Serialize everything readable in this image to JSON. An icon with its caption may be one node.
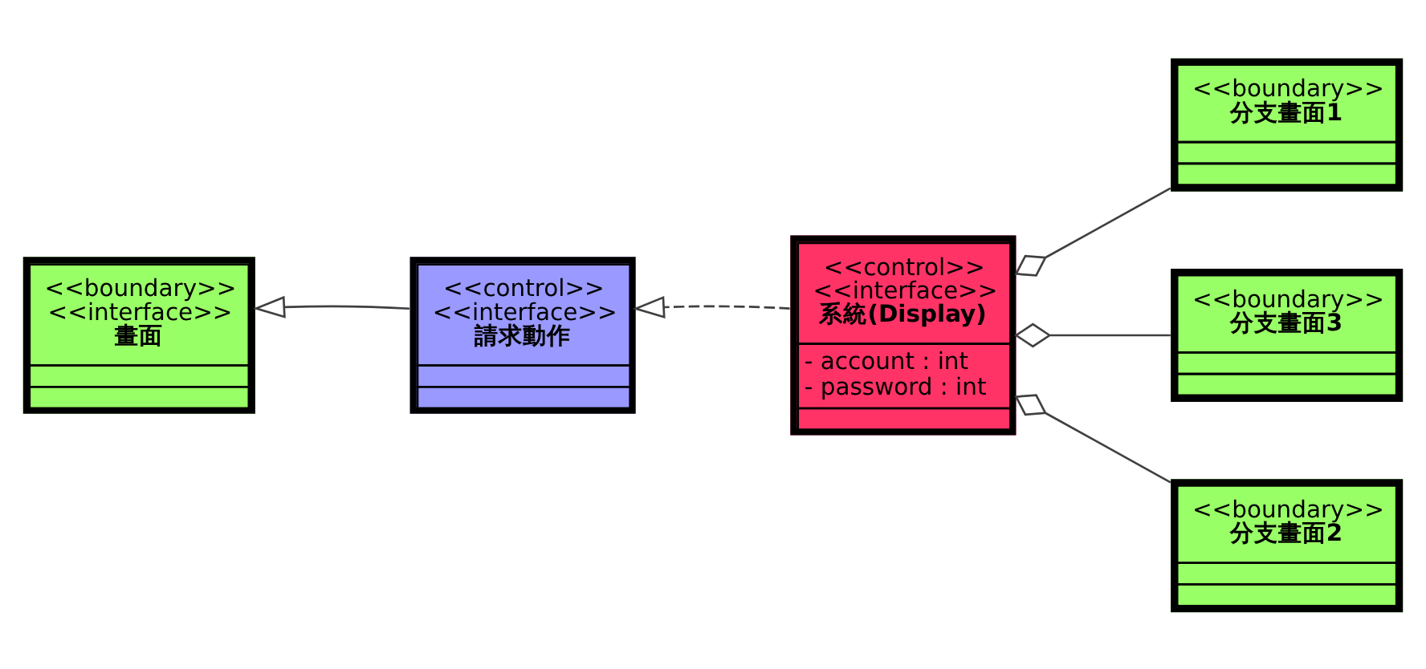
{
  "diagram": {
    "nodes": [
      {
        "text": [
          "<<boundary>>",
          "<<interface>>",
          "畫面"
        ]
      },
      {
        "text": [
          "<<control>>",
          "<<interface>>",
          "請求動作"
        ]
      },
      {
        "text": [
          "<<control>>",
          "<<interface>>",
          "系統(Display)",
          "- account : int",
          "- password : int"
        ]
      },
      {
        "text": [
          "<<boundary>>",
          "分支畫面1"
        ]
      },
      {
        "text": [
          "<<boundary>>",
          "分支畫面3"
        ]
      },
      {
        "text": [
          "<<boundary>>",
          "分支畫面2"
        ]
      }
    ],
    "edges": [
      {
        "from": 1,
        "to": 0,
        "arrow": "to"
      },
      {
        "from": 2,
        "to": 1,
        "arrow": "to",
        "style": "dashed"
      },
      {
        "from": 2,
        "to": 3,
        "arrow": "other"
      },
      {
        "from": 2,
        "to": 4,
        "arrow": "other"
      },
      {
        "from": 2,
        "to": 5,
        "arrow": "other"
      }
    ]
  }
}
